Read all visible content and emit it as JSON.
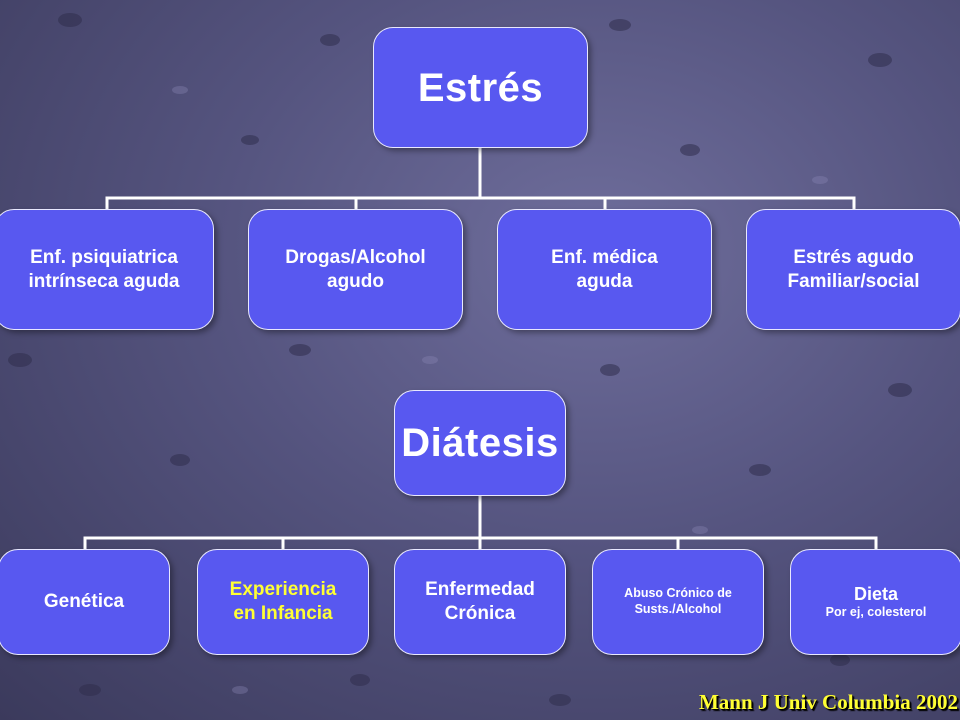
{
  "colors": {
    "node_fill": "#5858f0",
    "node_border": "#e8e8ff",
    "highlight_text": "#ffff33",
    "connector": "#ffffff"
  },
  "tree_estres": {
    "root": "Estrés",
    "children": [
      {
        "line1": "Enf.  psiquiatrica",
        "line2": " intrínseca aguda"
      },
      {
        "line1": "Drogas/Alcohol",
        "line2": "agudo"
      },
      {
        "line1": "Enf. médica",
        "line2": "aguda"
      },
      {
        "line1": "Estrés agudo",
        "line2": "Familiar/social"
      }
    ]
  },
  "tree_diatesis": {
    "root": "Diátesis",
    "children": [
      {
        "line1": "Genética"
      },
      {
        "line1": "Experiencia",
        "line2": "en  Infancia"
      },
      {
        "line1": "Enfermedad",
        "line2": "Crónica"
      },
      {
        "line1": "Abuso Crónico de",
        "line2": "Susts./Alcohol"
      },
      {
        "line1": "Dieta",
        "line2": "Por ej, colesterol"
      }
    ]
  },
  "citation": "Mann J Univ Columbia 2002"
}
